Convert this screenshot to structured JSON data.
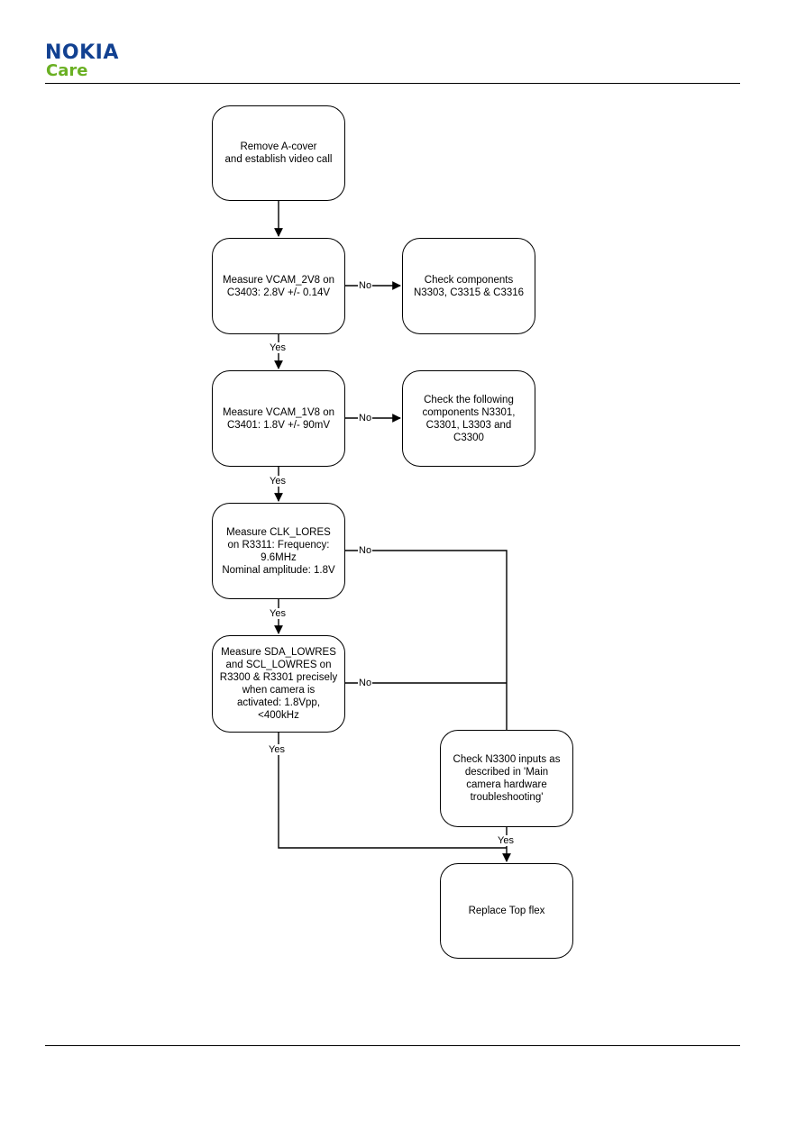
{
  "header": {
    "brand": "NOKIA",
    "sub": "Care"
  },
  "flowchart": {
    "nodes": {
      "remove_cover": "Remove A-cover\nand establish video call",
      "measure_vcam_2v8": "Measure VCAM_2V8 on\nC3403: 2.8V +/- 0.14V",
      "check_n3303": "Check components\nN3303, C3315 & C3316",
      "measure_vcam_1v8": "Measure VCAM_1V8 on\nC3401: 1.8V +/- 90mV",
      "check_n3301": "Check the following\ncomponents N3301,\nC3301, L3303 and\nC3300",
      "measure_clk": "Measure CLK_LORES\non R3311: Frequency:\n9.6MHz\nNominal amplitude: 1.8V",
      "measure_sda": "Measure SDA_LOWRES\nand SCL_LOWRES on\nR3300 & R3301 precisely\nwhen camera is\nactivated: 1.8Vpp,\n<400kHz",
      "check_n3300": "Check N3300 inputs as\ndescribed in 'Main\ncamera hardware\ntroubleshooting'",
      "replace_top_flex": "Replace Top flex"
    },
    "labels": {
      "yes": "Yes",
      "no": "No"
    }
  }
}
